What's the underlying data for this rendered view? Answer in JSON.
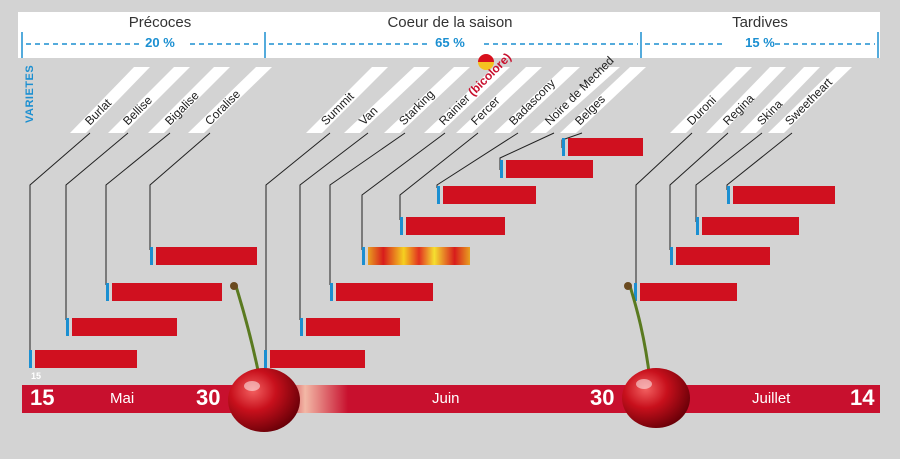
{
  "groups": [
    {
      "title": "Précoces",
      "pct": "20 %"
    },
    {
      "title": "Coeur de la saison",
      "pct": "65 %"
    },
    {
      "title": "Tardives",
      "pct": "15 %"
    }
  ],
  "axis_label": "VARIETES",
  "timeline": {
    "start_tick": "15",
    "labels": [
      "15",
      "Mai",
      "30",
      "Juin",
      "30",
      "Juillet",
      "14"
    ]
  },
  "varieties": [
    {
      "name": "Burlat",
      "group": "Précoces",
      "bar_color": "#d0101f"
    },
    {
      "name": "Bellise",
      "group": "Précoces",
      "bar_color": "#d0101f"
    },
    {
      "name": "Bigalise",
      "group": "Précoces",
      "bar_color": "#d0101f"
    },
    {
      "name": "Coralise",
      "group": "Précoces",
      "bar_color": "#d0101f"
    },
    {
      "name": "Summit",
      "group": "Coeur de la saison",
      "bar_color": "#d0101f"
    },
    {
      "name": "Van",
      "group": "Coeur de la saison",
      "bar_color": "#d0101f"
    },
    {
      "name": "Starking",
      "group": "Coeur de la saison",
      "bar_color": "#d0101f"
    },
    {
      "name": "Rainier",
      "suffix": "bicolore",
      "group": "Coeur de la saison",
      "bar_color": "bicolor"
    },
    {
      "name": "Fercer",
      "group": "Coeur de la saison",
      "bar_color": "#d0101f"
    },
    {
      "name": "Badascony",
      "group": "Coeur de la saison",
      "bar_color": "#d0101f"
    },
    {
      "name": "Noire de Meched",
      "group": "Coeur de la saison",
      "bar_color": "#d0101f"
    },
    {
      "name": "Belges",
      "group": "Coeur de la saison",
      "bar_color": "#d0101f"
    },
    {
      "name": "Duroni",
      "group": "Tardives",
      "bar_color": "#d0101f"
    },
    {
      "name": "Regina",
      "group": "Tardives",
      "bar_color": "#d0101f"
    },
    {
      "name": "Skina",
      "group": "Tardives",
      "bar_color": "#d0101f"
    },
    {
      "name": "Sweetheart",
      "group": "Tardives",
      "bar_color": "#d0101f"
    }
  ],
  "colors": {
    "accent_blue": "#1b8fd1",
    "bar_red": "#d0101f",
    "timeline_red": "#c8102e",
    "background": "#d3d3d3"
  },
  "icons": [
    "cherry-icon",
    "bicolor-dot-icon"
  ]
}
